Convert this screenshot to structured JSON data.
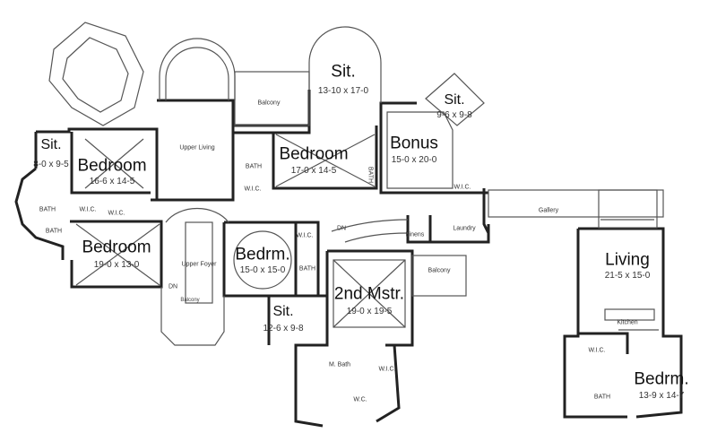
{
  "rooms": [
    {
      "name": "Sit.",
      "dims": "8-0 x 9-5"
    },
    {
      "name": "Bedroom",
      "dims": "16-6 x 14-5"
    },
    {
      "name": "Upper Living",
      "dims": ""
    },
    {
      "name": "Balcony",
      "dims": ""
    },
    {
      "name": "Sit.",
      "dims": "13-10 x 17-0"
    },
    {
      "name": "Sit.",
      "dims": "9-6 x 9-8"
    },
    {
      "name": "Bonus",
      "dims": "15-0 x 20-0"
    },
    {
      "name": "Bedroom",
      "dims": "17-0 x 14-5"
    },
    {
      "name": "Bedroom",
      "dims": "19-0 x 13-0"
    },
    {
      "name": "Upper Foyer",
      "dims": ""
    },
    {
      "name": "Bedrm.",
      "dims": "15-0 x 15-0"
    },
    {
      "name": "2nd Mstr.",
      "dims": "19-0 x 19-5"
    },
    {
      "name": "Sit.",
      "dims": "12-6 x 9-8"
    },
    {
      "name": "Balcony",
      "dims": ""
    },
    {
      "name": "Gallery",
      "dims": ""
    },
    {
      "name": "Living",
      "dims": "21-5 x 15-0"
    },
    {
      "name": "Kitchen",
      "dims": ""
    },
    {
      "name": "Bedrm.",
      "dims": "13-9 x 14-7"
    },
    {
      "name": "Balcony",
      "dims": ""
    }
  ],
  "small_labels": [
    "BATH",
    "W.I.C.",
    "BATH",
    "BATH",
    "W.I.C.",
    "W.I.C.",
    "BATH",
    "W.I.C.",
    "W.I.C.",
    "BATH",
    "DN",
    "DN",
    "Linens",
    "Laundry",
    "M. Bath",
    "W.I.C.",
    "W.C.",
    "BATH",
    "W.I.C."
  ]
}
